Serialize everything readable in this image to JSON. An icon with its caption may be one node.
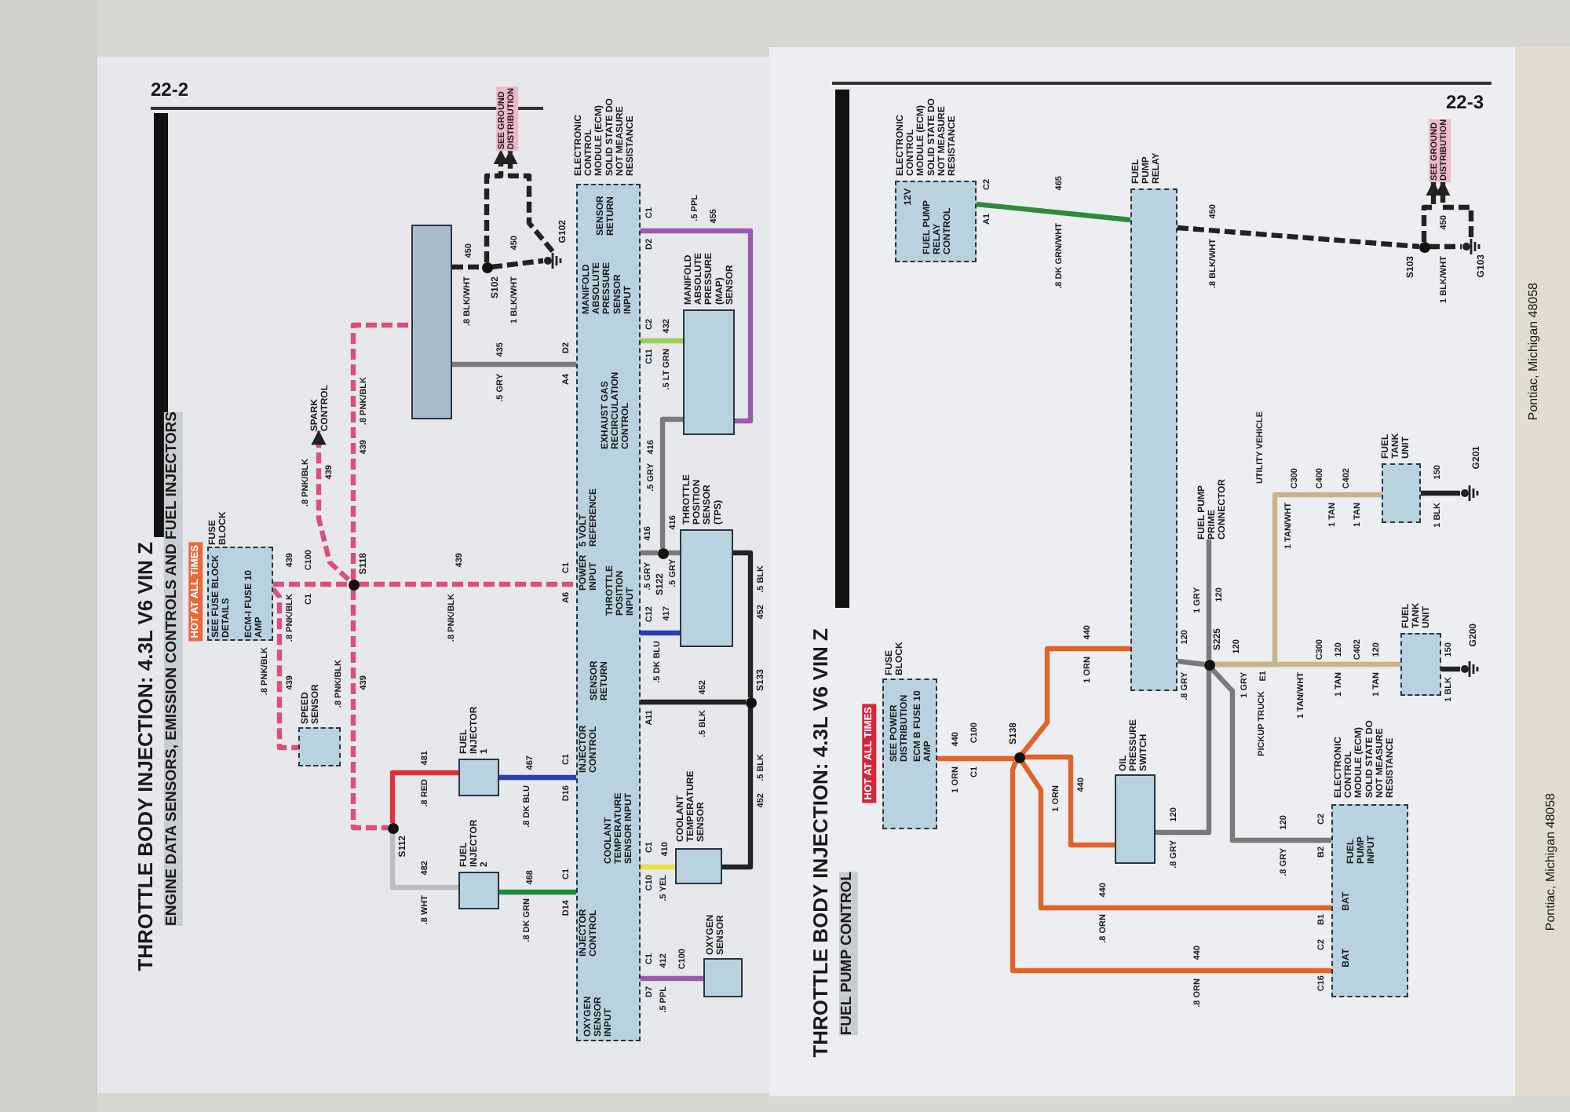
{
  "diagram": {
    "nodes": [
      {
        "text": [
          "FUSE BLOCK",
          "SEE FUSE BLOCK DETAILS",
          "ECM-I FUSE 10 AMP"
        ]
      },
      {
        "text": [
          "S118"
        ]
      },
      {
        "text": [
          "SPEED SENSOR"
        ]
      },
      {
        "text": [
          "SPARK CONTROL"
        ]
      },
      {
        "text": [],
        "shape": "box"
      },
      {
        "text": [
          "S112"
        ]
      },
      {
        "text": [
          "FUEL INJECTOR 1"
        ]
      },
      {
        "text": [
          "FUEL INJECTOR 2"
        ]
      },
      {
        "text": [
          "S102"
        ]
      },
      {
        "text": [
          "G102"
        ]
      },
      {
        "text": [
          "SEE GROUND DISTRIBUTION"
        ]
      },
      {
        "text": [
          "ELECTRONIC CONTROL MODULE (ECM) SOLID STATE DO NOT MEASURE RESISTANCE",
          "SENSOR RETURN",
          "MANIFOLD ABSOLUTE PRESSURE SENSOR INPUT",
          "EXHAUST GAS RECIRCULATION CONTROL",
          "5 VOLT REFERENCE",
          "POWER INPUT",
          "THROTTLE POSITION INPUT",
          "SENSOR RETURN",
          "INJECTOR CONTROL",
          "COOLANT TEMPERATURE SENSOR INPUT",
          "INJECTOR CONTROL",
          "OXYGEN SENSOR INPUT"
        ]
      },
      {
        "text": [
          "MANIFOLD ABSOLUTE PRESSURE (MAP) SENSOR"
        ]
      },
      {
        "text": [
          "S122"
        ]
      },
      {
        "text": [
          "THROTTLE POSITION SENSOR (TPS)"
        ]
      },
      {
        "text": [
          "S133"
        ]
      },
      {
        "text": [
          "COOLANT TEMPERATURE SENSOR"
        ]
      },
      {
        "text": [
          "OXYGEN SENSOR"
        ]
      },
      {
        "text": [
          "ELECTRONIC CONTROL MODULE (ECM) SOLID STATE DO NOT MEASURE RESISTANCE",
          "12V",
          "FUEL PUMP RELAY CONTROL"
        ]
      },
      {
        "text": [
          "FUEL PUMP RELAY"
        ]
      },
      {
        "text": [
          "S103"
        ]
      },
      {
        "text": [
          "G103"
        ]
      },
      {
        "text": [
          "SEE GROUND DISTRIBUTION"
        ]
      },
      {
        "text": [
          "FUSE BLOCK",
          "SEE POWER DISTRIBUTION",
          "ECM B FUSE 10 AMP"
        ]
      },
      {
        "text": [
          "S138"
        ]
      },
      {
        "text": [
          "OIL PRESSURE SWITCH"
        ]
      },
      {
        "text": [
          "S225"
        ]
      },
      {
        "text": [
          "FUEL PUMP PRIME CONNECTOR"
        ]
      },
      {
        "text": [
          "FUEL TANK UNIT"
        ]
      },
      {
        "text": [
          "G201"
        ]
      },
      {
        "text": [
          "FUEL TANK UNIT"
        ]
      },
      {
        "text": [
          "G200"
        ]
      },
      {
        "text": [
          "ELECTRONIC CONTROL MODULE (ECM) SOLID STATE DO NOT MEASURE RESISTANCE",
          "FUEL PUMP INPUT",
          "BAT",
          "BAT"
        ]
      }
    ],
    "edges": [
      {
        "from": 0,
        "to": 1,
        "arrow": "none",
        "style": "dashed",
        "color": "#d9507a"
      },
      {
        "from": 0,
        "to": 2,
        "arrow": "none",
        "style": "dashed",
        "color": "#d9507a"
      },
      {
        "from": 1,
        "to": 3,
        "arrow": "to",
        "style": "dashed",
        "color": "#d9507a"
      },
      {
        "from": 1,
        "to": 4,
        "arrow": "none",
        "style": "dashed",
        "color": "#d9507a"
      },
      {
        "from": 1,
        "to": 11,
        "arrow": "none",
        "style": "dashed",
        "color": "#d9507a"
      },
      {
        "from": 1,
        "to": 5,
        "arrow": "none",
        "style": "dashed",
        "color": "#d9507a"
      },
      {
        "from": 5,
        "to": 6,
        "arrow": "none",
        "color": "#e0303a"
      },
      {
        "from": 5,
        "to": 7,
        "arrow": "none",
        "color": "#bdbdbd"
      },
      {
        "from": 6,
        "to": 11,
        "arrow": "none",
        "color": "#2a3fb0"
      },
      {
        "from": 7,
        "to": 11,
        "arrow": "none",
        "color": "#1f8a3a"
      },
      {
        "from": 4,
        "to": 8,
        "arrow": "none",
        "style": "dashed",
        "color": "#222222"
      },
      {
        "from": 8,
        "to": 9,
        "arrow": "none",
        "style": "dashed",
        "color": "#222222"
      },
      {
        "from": 8,
        "to": 10,
        "arrow": "to",
        "style": "dashed",
        "color": "#222222"
      },
      {
        "from": 9,
        "to": 10,
        "arrow": "to",
        "style": "dashed",
        "color": "#222222"
      },
      {
        "from": 4,
        "to": 11,
        "arrow": "none",
        "color": "#7a7a7a"
      },
      {
        "from": 11,
        "to": 12,
        "arrow": "none",
        "color": "#9b5ab0"
      },
      {
        "from": 11,
        "to": 12,
        "arrow": "none",
        "color": "#9acd55"
      },
      {
        "from": 12,
        "to": 13,
        "arrow": "none",
        "color": "#7a7a7a"
      },
      {
        "from": 13,
        "to": 11,
        "arrow": "none",
        "color": "#7a7a7a"
      },
      {
        "from": 13,
        "to": 14,
        "arrow": "none",
        "color": "#7a7a7a"
      },
      {
        "from": 14,
        "to": 11,
        "arrow": "none",
        "color": "#2a3fb0"
      },
      {
        "from": 14,
        "to": 15,
        "arrow": "none",
        "color": "#222222"
      },
      {
        "from": 15,
        "to": 11,
        "arrow": "none",
        "color": "#222222"
      },
      {
        "from": 15,
        "to": 16,
        "arrow": "none",
        "color": "#222222"
      },
      {
        "from": 16,
        "to": 11,
        "arrow": "none",
        "color": "#e8e040"
      },
      {
        "from": 17,
        "to": 11,
        "arrow": "none",
        "color": "#9b5ab0"
      },
      {
        "from": 18,
        "to": 19,
        "arrow": "none",
        "color": "#2f8a3a"
      },
      {
        "from": 19,
        "to": 20,
        "arrow": "none",
        "style": "dashed",
        "color": "#222222"
      },
      {
        "from": 20,
        "to": 21,
        "arrow": "none",
        "style": "dashed",
        "color": "#222222"
      },
      {
        "from": 20,
        "to": 22,
        "arrow": "to",
        "style": "dashed",
        "color": "#222222"
      },
      {
        "from": 21,
        "to": 22,
        "arrow": "to",
        "style": "dashed",
        "color": "#222222"
      },
      {
        "from": 23,
        "to": 24,
        "arrow": "none",
        "color": "#e0642a"
      },
      {
        "from": 24,
        "to": 19,
        "arrow": "none",
        "color": "#e0642a"
      },
      {
        "from": 24,
        "to": 25,
        "arrow": "none",
        "color": "#e0642a"
      },
      {
        "from": 24,
        "to": 32,
        "arrow": "none",
        "color": "#e0642a"
      },
      {
        "from": 24,
        "to": 32,
        "arrow": "none",
        "color": "#e0642a"
      },
      {
        "from": 19,
        "to": 26,
        "arrow": "none",
        "color": "#7a7a7a"
      },
      {
        "from": 25,
        "to": 26,
        "arrow": "none",
        "color": "#7a7a7a"
      },
      {
        "from": 26,
        "to": 27,
        "arrow": "none",
        "color": "#7a7a7a"
      },
      {
        "from": 26,
        "to": 30,
        "arrow": "none",
        "color": "#c8b48a"
      },
      {
        "from": 26,
        "to": 28,
        "arrow": "none",
        "color": "#c8b48a"
      },
      {
        "from": 28,
        "to": 29,
        "arrow": "none",
        "color": "#222222"
      },
      {
        "from": 30,
        "to": 31,
        "arrow": "none",
        "color": "#222222"
      },
      {
        "from": 26,
        "to": 32,
        "arrow": "none",
        "color": "#7a7a7a"
      }
    ],
    "labels": [
      "22-2",
      "THROTTLE BODY INJECTION: 4.3L V6 VIN Z",
      "ENGINE DATA SENSORS, EMISSION CONTROLS AND FUEL INJECTORS",
      "HOT AT ALL TIMES",
      "439",
      "C100",
      "C1",
      ".8 PNK/BLK",
      ".8 PNK/BLK",
      "439",
      ".8 PNK/BLK",
      "439",
      ".8 PNK/BLK",
      "439",
      ".8 PNK/BLK",
      "439",
      ".8 PNK/BLK",
      "439",
      "481",
      ".8 RED",
      "482",
      ".8 WHT",
      "467",
      ".8 DK BLU",
      "468",
      ".8 DK GRN",
      "C1",
      "D16",
      "C1",
      "D14",
      "450",
      ".8 BLK/WHT",
      "450",
      "1 BLK/WHT",
      "435",
      ".5 GRY",
      "D2",
      "A4",
      "C1",
      "D2",
      "455",
      ".5 PPL",
      "C2",
      "C11",
      "432",
      ".5 LT GRN",
      "416",
      ".5 GRY",
      "416",
      ".5 GRY",
      "416",
      ".5 GRY",
      "C12",
      "417",
      ".5 DK BLU",
      ".5 BLK",
      "452",
      "A11",
      "452",
      ".5 BLK",
      ".5 BLK",
      "452",
      "C1",
      "C10",
      "410",
      ".5 YEL",
      "C1",
      "D7",
      "412",
      ".5 PPL",
      "C100",
      "C1",
      "A6",
      "22-3",
      "THROTTLE BODY INJECTION: 4.3L V6 VIN Z",
      "FUEL PUMP CONTROL",
      "HOT AT ALL TIMES",
      "C2",
      "A1",
      "465",
      ".8 DK GRN/WHT",
      "450",
      ".8 BLK/WHT",
      "450",
      "1 BLK/WHT",
      "440",
      "1 ORN",
      "C100",
      "C1",
      "440",
      "1 ORN",
      "440",
      "1 ORN",
      "440",
      ".8 ORN",
      "440",
      ".8 ORN",
      "B1",
      "C2",
      "C16",
      "C2",
      "B2",
      "120",
      ".8 GRY",
      "120",
      ".8 GRY",
      "1 GRY",
      "120",
      "120",
      "1 GRY",
      "E1",
      "PICKUP TRUCK",
      "1 TAN/WHT",
      "C300",
      "120",
      "1 TAN",
      "C402",
      "120",
      "1 TAN",
      "UTILITY VEHICLE",
      "C300",
      "C400",
      "C402",
      "1 TAN/WHT",
      "1 TAN",
      "1 TAN",
      "150",
      "1 BLK",
      "150",
      "1 BLK",
      "120",
      ".8 GRY",
      "Pontiac, Michigan 48058",
      "Pontiac, Michigan 48058"
    ]
  }
}
